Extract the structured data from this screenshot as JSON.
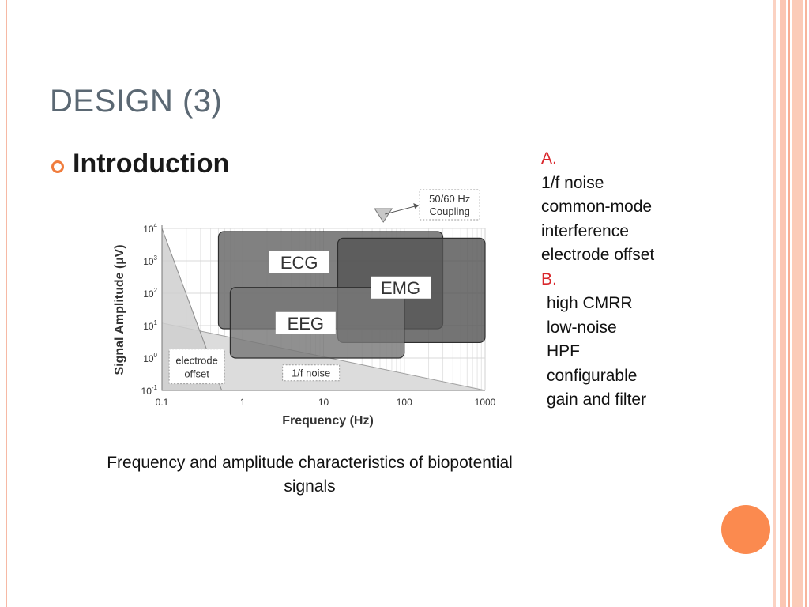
{
  "slide": {
    "title": "DESIGN (3)",
    "bullet": "Introduction",
    "bullet_icon": "ring-bullet-icon",
    "accent_color": "#f07c3c",
    "caption": "Frequency and amplitude characteristics of biopotential signals"
  },
  "right_list": {
    "header_a": "A.",
    "a_items": [
      "1/f noise",
      "common-mode",
      "interference",
      "electrode offset"
    ],
    "header_b": "B.",
    "b_items": [
      "high CMRR",
      "low-noise",
      "HPF",
      "configurable",
      "gain and filter"
    ]
  },
  "chart_data": {
    "type": "area",
    "xlabel": "Frequency (Hz)",
    "ylabel": "Signal Amplitude (µV)",
    "x_scale": "log",
    "y_scale": "log",
    "xlim": [
      0.1,
      1000
    ],
    "ylim": [
      0.1,
      10000
    ],
    "x_ticks": [
      "0.1",
      "1",
      "10",
      "100",
      "1000"
    ],
    "y_ticks": [
      {
        "base": "10",
        "exp": "4"
      },
      {
        "base": "10",
        "exp": "3"
      },
      {
        "base": "10",
        "exp": "2"
      },
      {
        "base": "10",
        "exp": "1"
      },
      {
        "base": "10",
        "exp": "0"
      },
      {
        "base": "10",
        "exp": "-1"
      }
    ],
    "grid": true,
    "regions": [
      {
        "name": "ECG",
        "x_range": [
          0.5,
          300
        ],
        "y_range": [
          8,
          8000
        ],
        "color": "#6f6f6f"
      },
      {
        "name": "EMG",
        "x_range": [
          15,
          1000
        ],
        "y_range": [
          3,
          5000
        ],
        "color": "#555555"
      },
      {
        "name": "EEG",
        "x_range": [
          0.7,
          100
        ],
        "y_range": [
          1,
          150
        ],
        "color": "#777777"
      }
    ],
    "noise_regions": [
      {
        "label": "electrode offset",
        "polygon_x": [
          0.1,
          0.55,
          0.1
        ],
        "polygon_y": [
          10000,
          0.1,
          0.1
        ]
      },
      {
        "label": "1/f noise",
        "polygon_x": [
          0.1,
          1000,
          0.1
        ],
        "polygon_y": [
          12,
          0.1,
          0.1
        ]
      }
    ],
    "annotation": {
      "text_line1": "50/60 Hz",
      "text_line2": "Coupling",
      "x": 55
    }
  }
}
